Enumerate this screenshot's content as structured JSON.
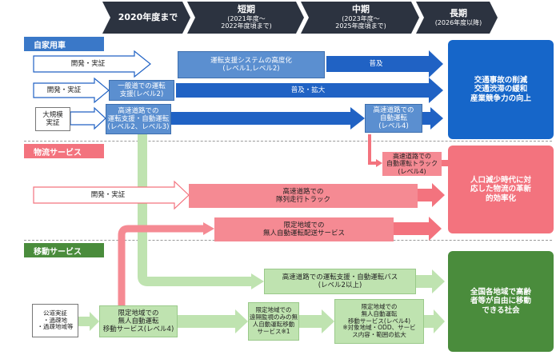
{
  "phases": [
    {
      "main": "2020年度まで",
      "sub": ""
    },
    {
      "main": "短期",
      "sub": "(2021年度～\n2022年度頃まで)"
    },
    {
      "main": "中期",
      "sub": "(2023年度～\n2025年度頃まで)"
    },
    {
      "main": "長期",
      "sub": "(2026年度以降)"
    }
  ],
  "sections": {
    "private": {
      "label": "自家用車",
      "outcome": "交通事故の削減\n交通渋滞の緩和\n産業競争力の向上",
      "row1_dev": "開発・実証",
      "row1_box": "運転支援システムの高度化\n(レベル1,レベル2)",
      "row1_arrow": "普及",
      "row2_dev": "開発・実証",
      "row2_box": "一般道での運転\n支援(レベル2)",
      "row2_arrow": "普及・拡大",
      "row3_dev": "大規模\n実証",
      "row3_box": "高速道路での\n運転支援・自動運転\n(レベル2、レベル3)",
      "row3_box2": "高速道路での\n自動運転\n(レベル4)"
    },
    "logistics": {
      "label": "物流サービス",
      "outcome": "人口減少時代に対\n応した物流の革新\n的効率化",
      "truck_l4": "高速道路での\n自動運転トラック\n(レベル4)",
      "dev": "開発・実証",
      "platoon": "高速道路での\n隊列走行トラック",
      "delivery": "限定地域での\n無人自動運転配送サービス"
    },
    "mobility": {
      "label": "移動サービス",
      "outcome": "全国各地域で高齢\n者等が自由に移動\nできる社会",
      "bus": "高速道路での運転支援・自動運転バス\n(レベル2以上)",
      "public_test": "公道実証\n・過疎地\n・過疎地域等",
      "limited_l4": "限定地域での\n無人自動運転\n移動サービス(レベル4)",
      "remote": "限定地域での\n遠隔監視のみの無\n人自動運転移動\nサービス※1",
      "expand": "限定地域での\n無人自動運転\n移動サービス(レベル4)\n※対象地域・ODD、サービ\nス内容・範囲の拡大"
    }
  },
  "colors": {
    "header": "#2c3340",
    "section_label": "#3a78c8",
    "blue": "#5b8fd0",
    "blue_arrow": "#2062c4",
    "pink": "#f58a93",
    "pink_arrow": "#f3737e",
    "green": "#bfe3b0",
    "outcome_blue": "#1666c9",
    "outcome_pink": "#f3737e",
    "outcome_green": "#4a8c3c"
  },
  "icons": [
    "arrow-right-icon"
  ]
}
